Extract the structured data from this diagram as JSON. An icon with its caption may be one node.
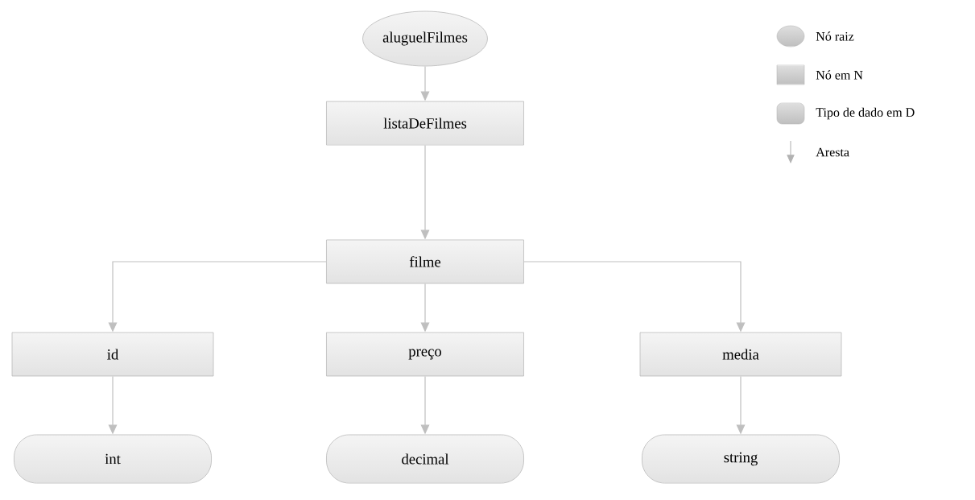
{
  "diagram": {
    "nodes": [
      {
        "text": [
          "aluguelFilmes"
        ]
      },
      {
        "text": [
          "listaDeFilmes"
        ]
      },
      {
        "text": [
          "filme"
        ]
      },
      {
        "text": [
          "id"
        ]
      },
      {
        "text": [
          "preço"
        ]
      },
      {
        "text": [
          "media"
        ]
      },
      {
        "text": [
          "int"
        ]
      },
      {
        "text": [
          "decimal"
        ]
      },
      {
        "text": [
          "string"
        ]
      }
    ],
    "edges": [
      {
        "from": 0,
        "to": 1,
        "arrow": "to"
      },
      {
        "from": 1,
        "to": 2,
        "arrow": "to"
      },
      {
        "from": 2,
        "to": 3,
        "arrow": "to"
      },
      {
        "from": 2,
        "to": 4,
        "arrow": "to"
      },
      {
        "from": 2,
        "to": 5,
        "arrow": "to"
      },
      {
        "from": 3,
        "to": 6,
        "arrow": "to"
      },
      {
        "from": 4,
        "to": 7,
        "arrow": "to"
      },
      {
        "from": 5,
        "to": 8,
        "arrow": "to"
      }
    ],
    "legend": [
      {
        "text": "Nó raiz"
      },
      {
        "text": "Nó em N"
      },
      {
        "text": "Tipo de dado em D"
      },
      {
        "text": "Aresta"
      }
    ]
  }
}
